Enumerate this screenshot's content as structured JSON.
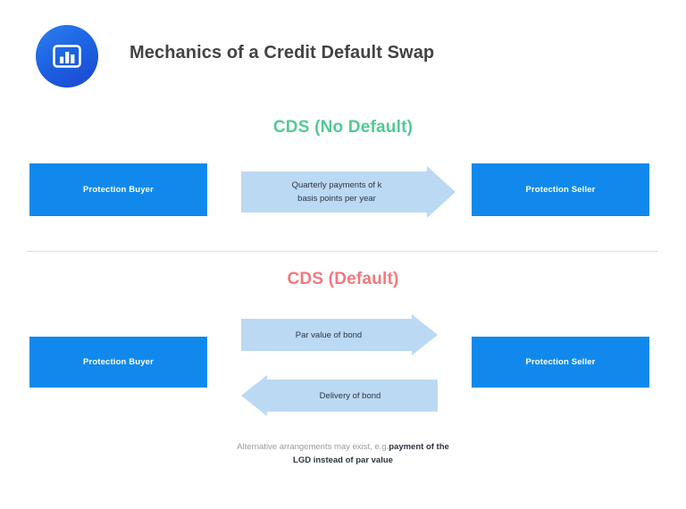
{
  "header": {
    "title": "Mechanics of a Credit Default Swap",
    "logo_icon": "bar-chart-icon"
  },
  "colors": {
    "brand_blue": "#1189ec",
    "arrow_blue": "#bbd9f3",
    "no_default_green": "#52c998",
    "default_red": "#f3787c",
    "title_gray": "#434343",
    "divider_gray": "#d9d9d9",
    "footnote_gray": "#9b9b9b"
  },
  "sections": [
    {
      "heading": "CDS (No Default)",
      "left_party": "Protection Buyer",
      "right_party": "Protection Seller",
      "flows": [
        {
          "direction": "right",
          "lines": [
            "Quarterly payments of k",
            "basis points per year"
          ]
        }
      ]
    },
    {
      "heading": "CDS (Default)",
      "left_party": "Protection Buyer",
      "right_party": "Protection Seller",
      "flows": [
        {
          "direction": "right",
          "lines": [
            "Par value of bond"
          ]
        },
        {
          "direction": "left",
          "lines": [
            "Delivery of bond"
          ]
        }
      ]
    }
  ],
  "footnote": {
    "light_text": "Alternative arrangements may exist, e.g.",
    "bold_text": "payment of the LGD instead of par value"
  }
}
